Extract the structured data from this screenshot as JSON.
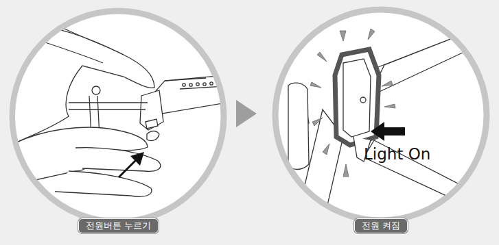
{
  "diagram": {
    "nodes": [
      {
        "text": [
          "전원버튼 누르기"
        ]
      },
      {
        "text": [
          "전원 켜짐"
        ]
      }
    ],
    "labels": [
      "Light On"
    ]
  }
}
